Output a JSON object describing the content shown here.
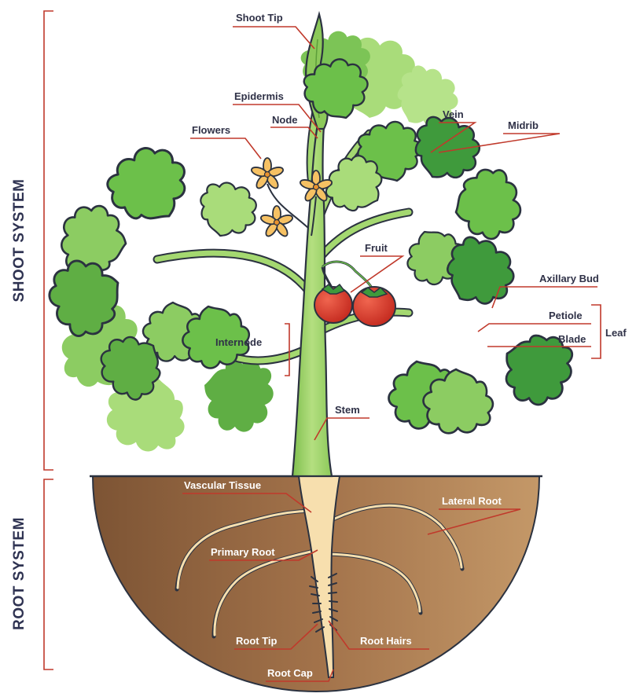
{
  "systems": {
    "shoot": "SHOOT SYSTEM",
    "root": "ROOT SYSTEM"
  },
  "labels": {
    "shoot_tip": "Shoot Tip",
    "epidermis": "Epidermis",
    "node": "Node",
    "flowers": "Flowers",
    "vein": "Vein",
    "midrib": "Midrib",
    "fruit": "Fruit",
    "axillary_bud": "Axillary Bud",
    "petiole": "Petiole",
    "blade": "Blade",
    "leaf": "Leaf",
    "internode": "Internode",
    "stem": "Stem",
    "vascular_tissue": "Vascular Tissue",
    "lateral_root": "Lateral Root",
    "primary_root": "Primary Root",
    "root_tip": "Root Tip",
    "root_hairs": "Root Hairs",
    "root_cap": "Root Cap"
  },
  "colors": {
    "leader": "#c0392b",
    "text": "#2f3147",
    "leaf_dark": "#3f9a3c",
    "leaf_mid": "#6cc04a",
    "leaf_light": "#a9dc7a",
    "stem": "#9fd36a",
    "soil": "#a8744a",
    "root": "#f7dfae",
    "fruit": "#d9392b",
    "flower": "#f6c163"
  }
}
